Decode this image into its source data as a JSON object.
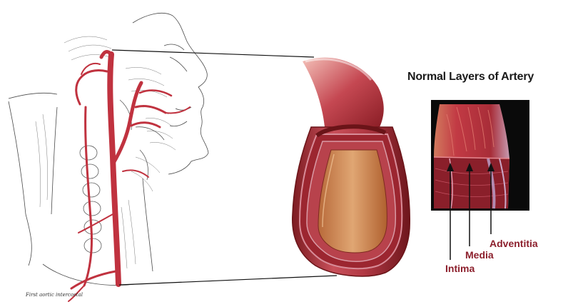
{
  "diagram": {
    "title": "Normal Layers of Artery",
    "layers": [
      {
        "key": "adventitia",
        "label": "Adventitia"
      },
      {
        "key": "media",
        "label": "Media"
      },
      {
        "key": "intima",
        "label": "Intima"
      }
    ],
    "illustration_caption": "First aortic intercostal"
  },
  "colors": {
    "artery_red": "#c0323f",
    "wall_dark": "#8e1f27",
    "lumen": "#d98e5a",
    "label_red": "#8c1f2c",
    "panel_black": "#0a0a0a"
  },
  "icons": [
    "head-neck-anatomy-illustration",
    "artery-cross-section-illustration",
    "artery-layers-closeup-illustration"
  ]
}
